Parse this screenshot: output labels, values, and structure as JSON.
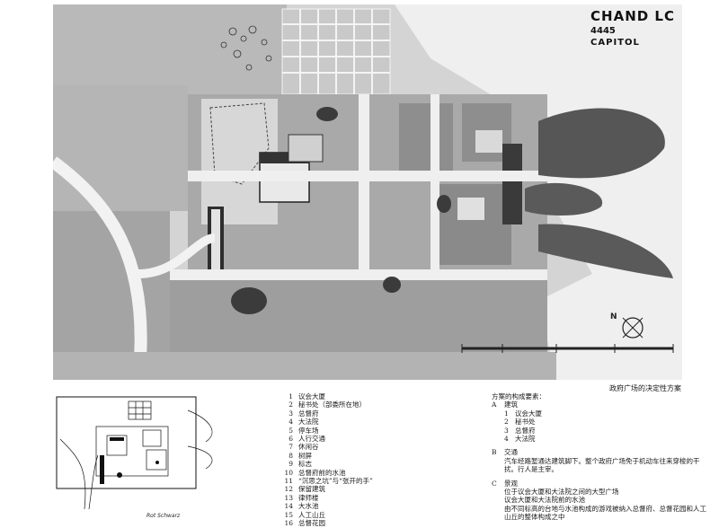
{
  "title_block": {
    "line1": "CHAND LC",
    "line2": "4445",
    "line3": "CAPITOL"
  },
  "caption": "政府广场的决定性方案",
  "inset": {
    "label": "Rot   Schwarz"
  },
  "legend": [
    {
      "num": "1",
      "text": "议会大厦"
    },
    {
      "num": "2",
      "text": "秘书处（部委所在地）"
    },
    {
      "num": "3",
      "text": "总督府"
    },
    {
      "num": "4",
      "text": "大法院"
    },
    {
      "num": "5",
      "text": "停车场"
    },
    {
      "num": "6",
      "text": "人行交通"
    },
    {
      "num": "7",
      "text": "休闲谷"
    },
    {
      "num": "8",
      "text": "树屏"
    },
    {
      "num": "9",
      "text": "标志"
    },
    {
      "num": "10",
      "text": "总督府前的水池"
    },
    {
      "num": "11",
      "text": "“沉思之坑”与“张开的手”"
    },
    {
      "num": "12",
      "text": "保留建筑"
    },
    {
      "num": "13",
      "text": "律师楼"
    },
    {
      "num": "14",
      "text": "大水池"
    },
    {
      "num": "15",
      "text": "人工山丘"
    },
    {
      "num": "16",
      "text": "总督花园"
    }
  ],
  "composition": {
    "heading": "方案的构成要素：",
    "sections": [
      {
        "letter": "A",
        "title": "建筑",
        "items": [
          {
            "num": "1",
            "text": "议会大厦"
          },
          {
            "num": "2",
            "text": "秘书处"
          },
          {
            "num": "3",
            "text": "总督府"
          },
          {
            "num": "4",
            "text": "大法院"
          }
        ]
      },
      {
        "letter": "B",
        "title": "交通",
        "text": "汽车经路堑通达建筑脚下。整个政府广场免于机动车往来穿梭的干扰。行人是主宰。"
      },
      {
        "letter": "C",
        "title": "景观",
        "lines": [
          "位于议会大厦和大法院之间的大型广场",
          "议会大厦和大法院前的水池",
          "由不同标高的台地与水池构成的游戏被纳入总督府、总督花园和人工山丘的整体构成之中"
        ]
      }
    ]
  }
}
